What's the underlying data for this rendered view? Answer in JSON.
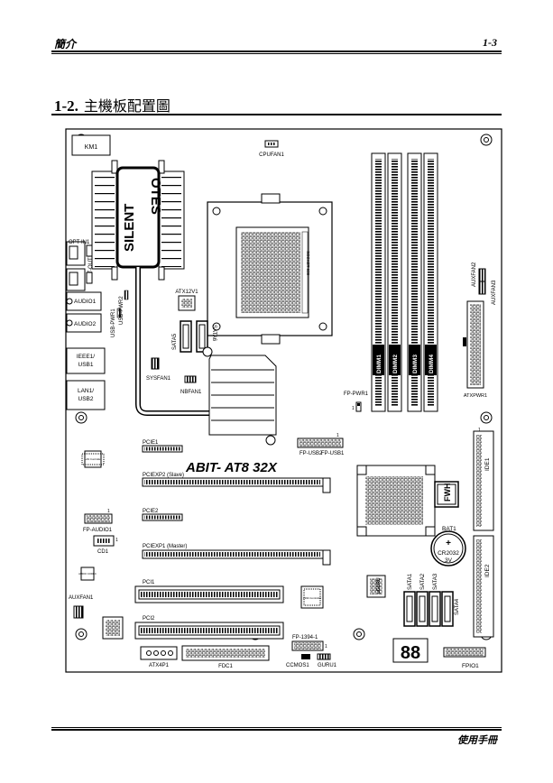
{
  "header": {
    "left": "簡介",
    "right": "1-3"
  },
  "section": {
    "number": "1-2.",
    "title": "主機板配置圖"
  },
  "footer": {
    "text": "使用手冊"
  },
  "board": {
    "labels": {
      "km1": "KM1",
      "cpufan1": "CPUFAN1",
      "silent": "SILENT",
      "otes": "OTES",
      "opt_in1": "OPT-IN1",
      "opt_out1": "OPT-OUT1",
      "audio1": "AUDIO1",
      "audio2": "AUDIO2",
      "ieee1_usb1_a": "IEEE1/",
      "ieee1_usb1_b": "USB1",
      "lan1_usb2_a": "LAN1/",
      "lan1_usb2_b": "USB2",
      "usb_pwr1": "USB-PWR1",
      "usb_pwr2": "USB-PWR2",
      "atx12v1": "ATX12V1",
      "sata5": "SATA5",
      "sata6": "SATA6",
      "sysfan1": "SYSFAN1",
      "nbfan1": "NBFAN1",
      "fp_pwr1": "FP-PWR1",
      "fp_usb2": "FP-USB2",
      "fp_usb1": "FP-USB1",
      "auxfan2": "AUXFAN2",
      "auxfan3": "AUXFAN3",
      "atxpwr1": "ATXPWR1",
      "dimm1": "DIMM1",
      "dimm2": "DIMM2",
      "dimm3": "DIMM3",
      "dimm4": "DIMM4",
      "pcie1": "PCIE1",
      "pciexp2": "PCIEXP2 (Slave)",
      "brand": "ABIT- AT8  32X",
      "lan_controller": "LAN Controller",
      "fp_audio1": "FP-AUDIO1",
      "cd1": "CD1",
      "pcie2": "PCIE2",
      "pciexp1": "PCIEXP1 (Master)",
      "fwh": "FWH",
      "bat1": "BAT1",
      "cr2032": "CR2032",
      "v3": "3V",
      "ide1": "IDE1",
      "ide2": "IDE2",
      "pci1": "PCI1",
      "pci2": "PCI2",
      "auxfan1": "AUXFAN1",
      "audio_codec": "AUDIO CODEC",
      "ieee1394_controller": "1394 Controller",
      "guru": "µGURU",
      "sata1": "SATA1",
      "sata2": "SATA2",
      "sata3": "SATA3",
      "sata4": "SATA4",
      "fp_1394_1": "FP-1394-1",
      "atx4p1": "ATX4P1",
      "fdc1": "FDC1",
      "ccmos1": "CCMOS1",
      "guru1": "GURU1",
      "fpio1": "FPIO1",
      "socket": "SOCKET 939",
      "seg": "88",
      "pin1": "1"
    }
  }
}
